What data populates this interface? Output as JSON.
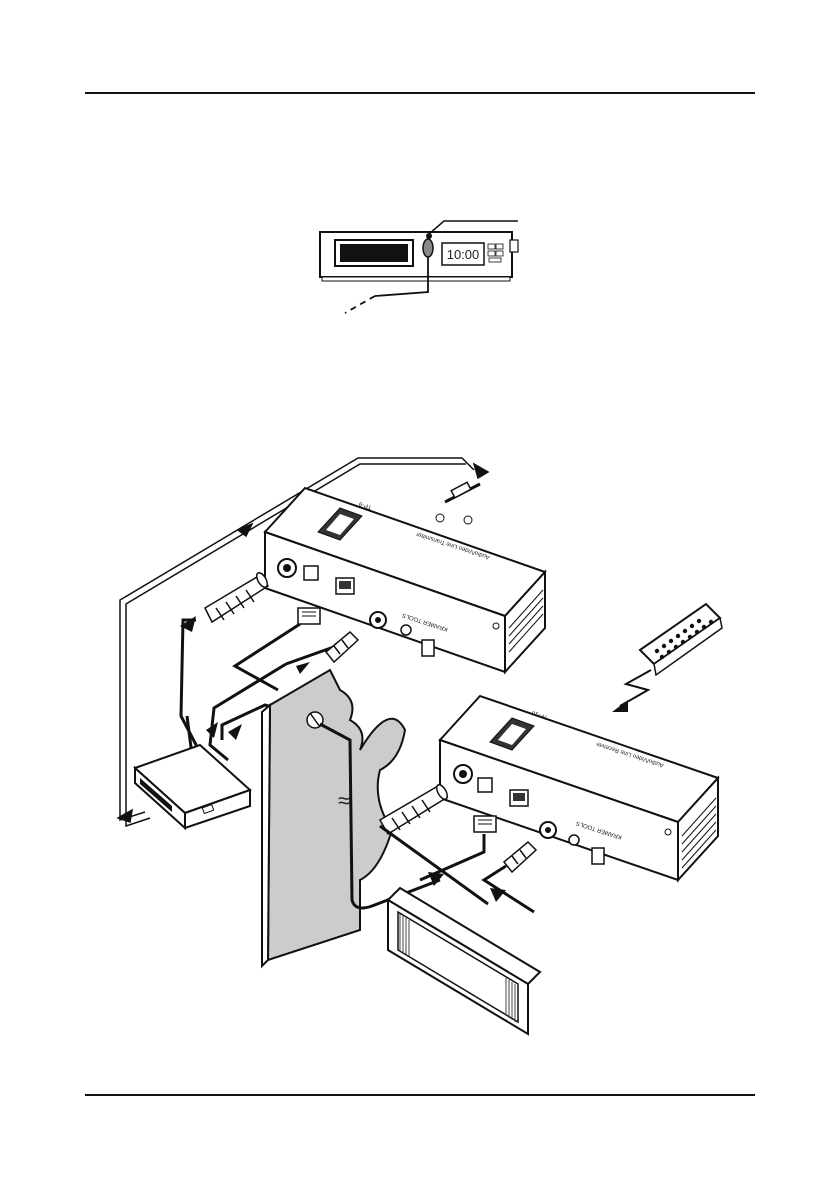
{
  "vcr_display": "10:00",
  "transmitter": {
    "model": "TP-9",
    "brand": "KRAMER TOOLS",
    "subtitle": "Audio/Video Line Transmitter"
  },
  "receiver": {
    "model": "TP-10",
    "brand": "KRAMER TOOLS",
    "subtitle": "Audio/Video Line Receiver"
  },
  "wall_symbol": "≈"
}
